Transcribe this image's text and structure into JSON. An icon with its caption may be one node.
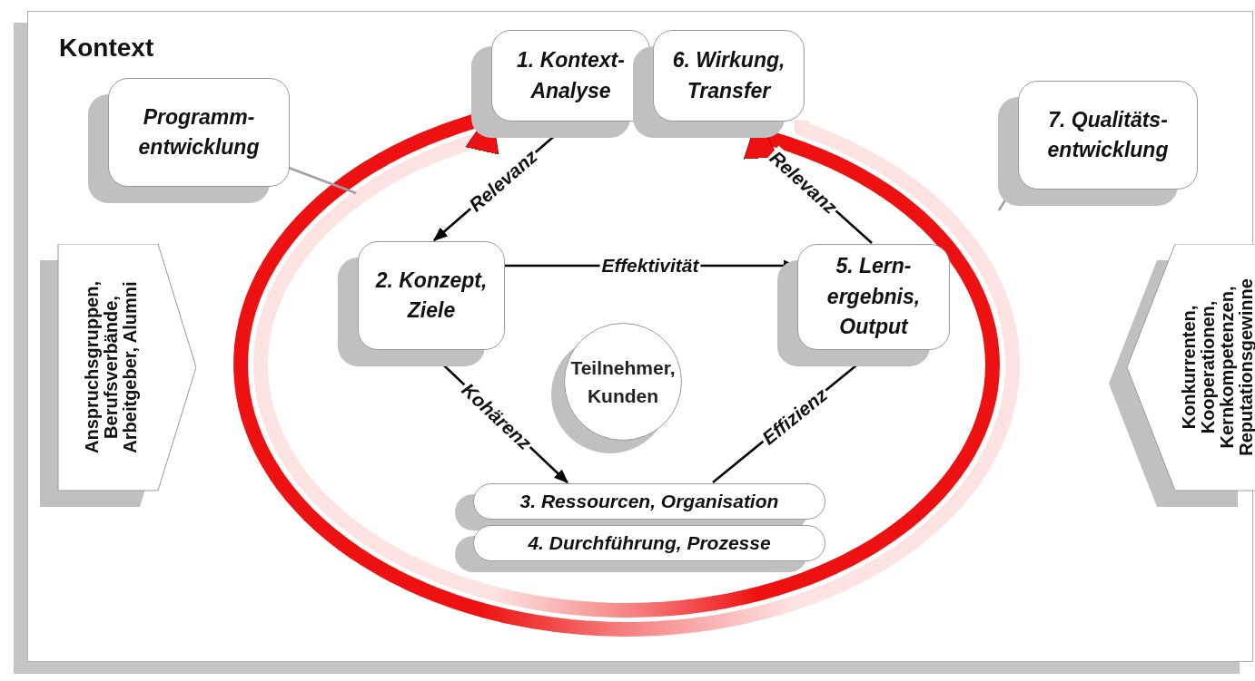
{
  "diagram": {
    "nodes": [
      {
        "text": [
          "Kontext"
        ]
      },
      {
        "text": [
          "1. Kontext- Analyse"
        ],
        "in": 0
      },
      {
        "text": [
          "6. Wirkung, Transfer"
        ],
        "in": 0
      },
      {
        "text": [
          "Programm- entwicklung"
        ],
        "in": 0
      },
      {
        "text": [
          "7. Qualitäts- entwicklung"
        ],
        "in": 0
      },
      {
        "text": [
          "Anspruchsgruppen, Berufsverbände, Arbeitgeber, Alumni"
        ],
        "in": 0
      },
      {
        "text": [
          "2. Konzept, Ziele"
        ],
        "in": 0
      },
      {
        "text": [
          "5. Lern- ergebnis, Output"
        ],
        "in": 0
      },
      {
        "text": [
          "Teilnehmer, Kunden"
        ],
        "in": 0
      },
      {
        "text": [
          "3. Ressourcen, Organisation"
        ],
        "in": 0
      },
      {
        "text": [
          "4. Durchführung, Prozesse"
        ],
        "in": 0
      },
      {
        "text": [
          "Konkurrenten, Kooperationen, Kernkompetenzen, Reputationsgewinne"
        ],
        "in": 0
      }
    ],
    "edges": [
      {
        "from": 1,
        "to": 6,
        "arrow": "to",
        "label": "Relevanz"
      },
      {
        "from": 6,
        "to": 7,
        "arrow": "to",
        "label": "Effektivität"
      },
      {
        "from": 6,
        "to": 9,
        "arrow": "to",
        "label": "Kohärenz"
      },
      {
        "from": 9,
        "to": 7,
        "arrow": "to",
        "label": "Effizienz"
      },
      {
        "from": 7,
        "to": 2,
        "arrow": "to",
        "label": "Relevanz"
      },
      {
        "from": 2,
        "to": 1,
        "arrow": "to",
        "style": "thick",
        "color": "#ee1111"
      },
      {
        "from": 1,
        "to": 2,
        "arrow": "to",
        "style": "thick",
        "color": "#ee1111"
      },
      {
        "from": 3,
        "to": null,
        "arrow": "none",
        "color": "#a0a0a0"
      },
      {
        "from": 4,
        "to": null,
        "arrow": "none",
        "color": "#a0a0a0"
      }
    ]
  }
}
